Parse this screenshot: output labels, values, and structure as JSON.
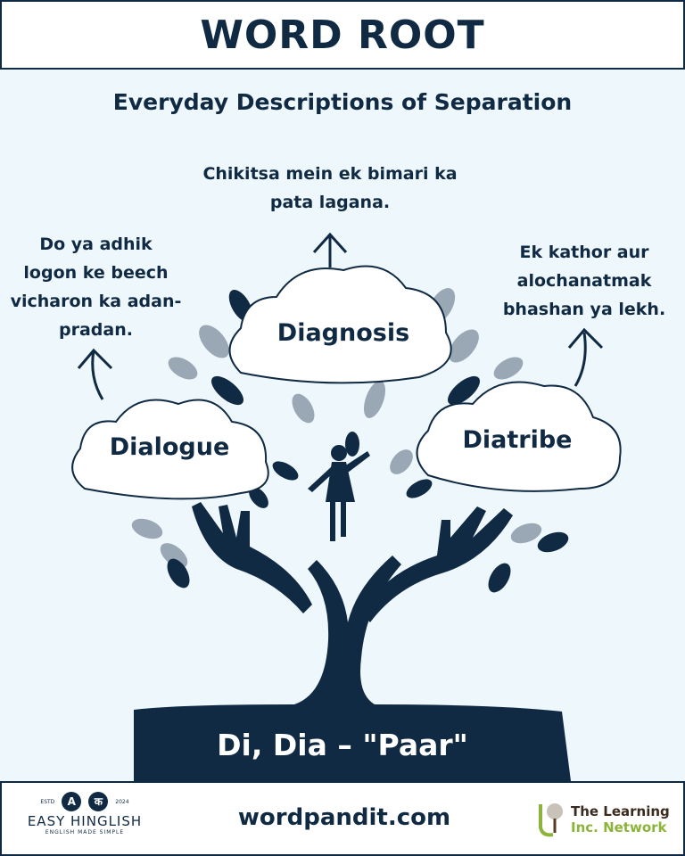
{
  "header": {
    "title": "WORD ROOT"
  },
  "subtitle": "Everyday Descriptions of Separation",
  "words": [
    {
      "word": "Dialogue",
      "meaning_lines": [
        "Do ya adhik",
        "logon ke beech",
        "vicharon ka adan-",
        "pradan."
      ]
    },
    {
      "word": "Diagnosis",
      "meaning_lines": [
        "Chikitsa mein ek bimari ka",
        "pata lagana."
      ]
    },
    {
      "word": "Diatribe",
      "meaning_lines": [
        "Ek kathor aur",
        "alochanatmak",
        "bhashan ya lekh."
      ]
    }
  ],
  "root": "Di, Dia – \"Paar\"",
  "footer": {
    "site": "wordpandit.com",
    "easy_hinglish": {
      "estd": "ESTD",
      "year": "2024",
      "a": "A",
      "ka": "क",
      "name": "EASY HINGLISH",
      "tagline": "ENGLISH MADE SIMPLE"
    },
    "learning": {
      "line1": "The Learning",
      "line2": "Inc. Network"
    }
  },
  "colors": {
    "navy": "#102a43",
    "bg": "#eef7fc",
    "leaf_gray": "#9aa8b5",
    "green": "#8db43a"
  }
}
